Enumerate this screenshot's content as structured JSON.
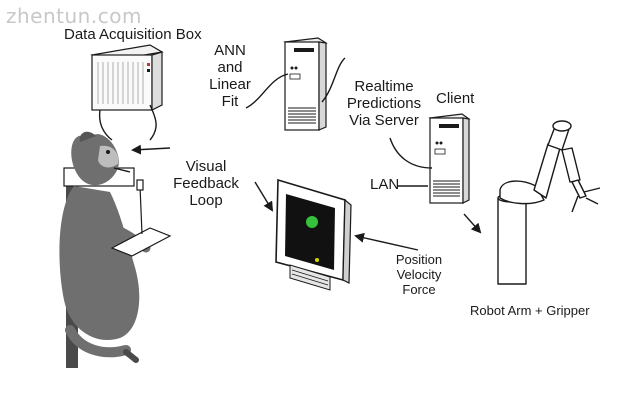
{
  "watermark": "zhentun.com",
  "labels": {
    "data_acquisition_box": "Data Acquisition Box",
    "ann_linear_fit": [
      "ANN",
      "and",
      "Linear",
      "Fit"
    ],
    "realtime_predictions": [
      "Realtime",
      "Predictions",
      "Via Server"
    ],
    "client": "Client",
    "lan": "LAN",
    "visual_feedback_loop": [
      "Visual",
      "Feedback",
      "Loop"
    ],
    "position_velocity_force": [
      "Position",
      "Velocity",
      "Force"
    ],
    "robot_arm_gripper": "Robot Arm + Gripper"
  },
  "colors": {
    "line": "#1a1a1a",
    "subject": "#6f6f6f",
    "subject_shadow": "#4a4a4a",
    "screen": "#111111",
    "target": "#35c13a",
    "cursor": "#d6d600"
  },
  "icons": [
    "monkey-figure",
    "data-acquisition-box-icon",
    "server-tower-icon",
    "client-tower-icon",
    "monitor-icon",
    "robot-arm-icon",
    "joystick-icon"
  ]
}
